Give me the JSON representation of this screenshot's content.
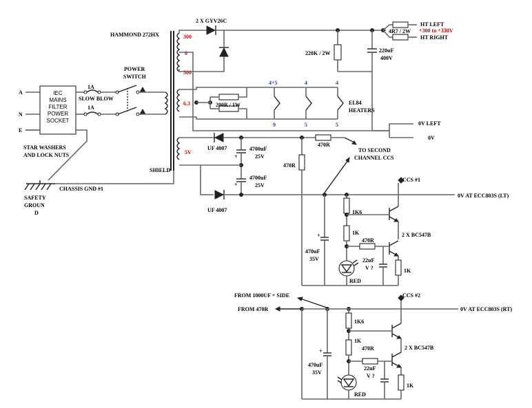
{
  "inputs": {
    "a": "A",
    "n": "N",
    "e": "E"
  },
  "iec_box": [
    "IEC",
    "MAINS",
    "FILTER",
    "POWER",
    "SOCKET"
  ],
  "fuse1": "1A",
  "fuse2": "1A",
  "slow_blow": "SLOW BLOW",
  "power_switch": [
    "POWER",
    "SWITCH"
  ],
  "star_washers": [
    "STAR WASHERS",
    "AND LOCK NUTS"
  ],
  "chassis_gnd": "CHASSIS GND #1",
  "safety_ground": [
    "SAFETY",
    "GROUN",
    "D"
  ],
  "transformer": "HAMMOND 272HX",
  "shield": "SHIELD",
  "taps": {
    "t300a": "300",
    "t0": "0",
    "t300b": "300",
    "t63": "6.3",
    "t5v": "5V"
  },
  "rectifier": "2 X GYV26C",
  "ht_left": "HT LEFT",
  "ht_right": "HT RIGHT",
  "ht_res": "4R7 / 2W",
  "ht_voltage": "+300 to +330V",
  "bleeder": "220K / 2W",
  "ht_cap": [
    "220uF",
    "400V"
  ],
  "heater_res": "200R / 1W",
  "heater_pins_top": [
    "4+5",
    "4",
    "4"
  ],
  "heater_pins_bottom": [
    "9",
    "5",
    "5"
  ],
  "heaters": [
    "EL84",
    "HEATERS"
  ],
  "ov_left": "0V LEFT",
  "ov": "0V",
  "uf4007_top": "UF 4007",
  "uf4007_bot": "UF 4007",
  "cap4700_a": [
    "4700uF",
    "25V"
  ],
  "cap4700_b": [
    "4700uF",
    "25V"
  ],
  "r470_top": "470R",
  "r470_vert": "470R",
  "to_second": [
    "TO SECOND",
    "CHANNEL CCS"
  ],
  "ccs1": {
    "label": "CCS #1",
    "rail": "0V AT ECC803S (LT)",
    "r1k6": "1K6",
    "r1k": "1K",
    "r470": "470R",
    "transistors": "2 X BC547B",
    "cap470": [
      "470uF",
      "35V"
    ],
    "cap22": [
      "22uF",
      "V ?"
    ],
    "r1k_b": "1K",
    "led": "RED"
  },
  "from_1000": "FROM 1000UF + SIDE",
  "from_470": "FROM 470R",
  "ccs2": {
    "label": "CCS #2",
    "rail": "0V AT ECC803S (RT)",
    "r1k6": "1K6",
    "r1k": "1K",
    "r470": "470R",
    "transistors": "2 X BC547B",
    "cap470": [
      "470uF",
      "35V"
    ],
    "cap22": [
      "22uF",
      "V ?"
    ],
    "r1k_b": "1K",
    "led": "RED"
  },
  "plus": "+"
}
